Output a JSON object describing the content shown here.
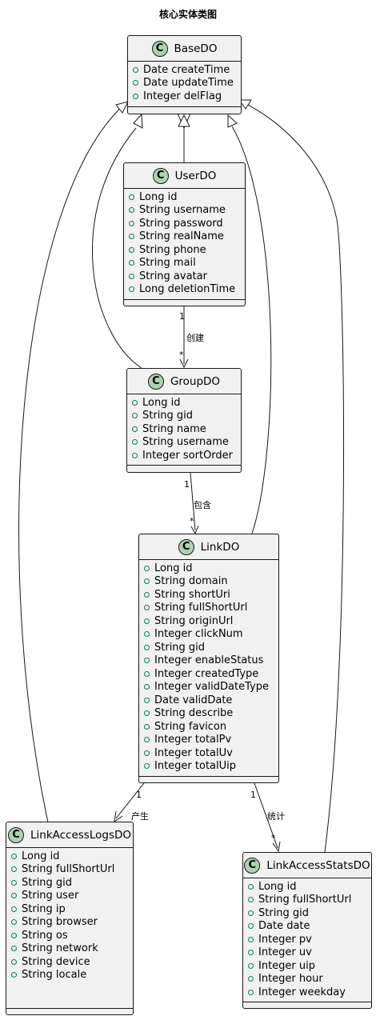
{
  "title": "核心实体类图",
  "classes": {
    "base": {
      "name": "BaseDO",
      "attrs": [
        "Date createTime",
        "Date updateTime",
        "Integer delFlag"
      ]
    },
    "user": {
      "name": "UserDO",
      "attrs": [
        "Long id",
        "String username",
        "String password",
        "String realName",
        "String phone",
        "String mail",
        "String avatar",
        "Long deletionTime"
      ]
    },
    "group": {
      "name": "GroupDO",
      "attrs": [
        "Long id",
        "String gid",
        "String name",
        "String username",
        "Integer sortOrder"
      ]
    },
    "link": {
      "name": "LinkDO",
      "attrs": [
        "Long id",
        "String domain",
        "String shortUri",
        "String fullShortUrl",
        "String originUrl",
        "Integer clickNum",
        "String gid",
        "Integer enableStatus",
        "Integer createdType",
        "Integer validDateType",
        "Date validDate",
        "String describe",
        "String favicon",
        "Integer totalPv",
        "Integer totalUv",
        "Integer totalUip"
      ]
    },
    "logs": {
      "name": "LinkAccessLogsDO",
      "attrs": [
        "Long id",
        "String fullShortUrl",
        "String gid",
        "String user",
        "String ip",
        "String browser",
        "String os",
        "String network",
        "String device",
        "String locale"
      ]
    },
    "stats": {
      "name": "LinkAccessStatsDO",
      "attrs": [
        "Long id",
        "String fullShortUrl",
        "String gid",
        "Date date",
        "Integer pv",
        "Integer uv",
        "Integer uip",
        "Integer hour",
        "Integer weekday"
      ]
    }
  },
  "relations": {
    "user_group": {
      "label": "创建",
      "from_mult": "1",
      "to_mult": "*"
    },
    "group_link": {
      "label": "包含",
      "from_mult": "1",
      "to_mult": "*"
    },
    "link_logs": {
      "label": "产生",
      "from_mult": "1",
      "to_mult": "*"
    },
    "link_stats": {
      "label": "统计",
      "from_mult": "1",
      "to_mult": "*"
    }
  },
  "icon_letter": "C",
  "colors": {
    "class_fill": "#f1f1f1",
    "icon_fill": "#add1b2",
    "border": "#181818",
    "visibility": "#038048"
  }
}
